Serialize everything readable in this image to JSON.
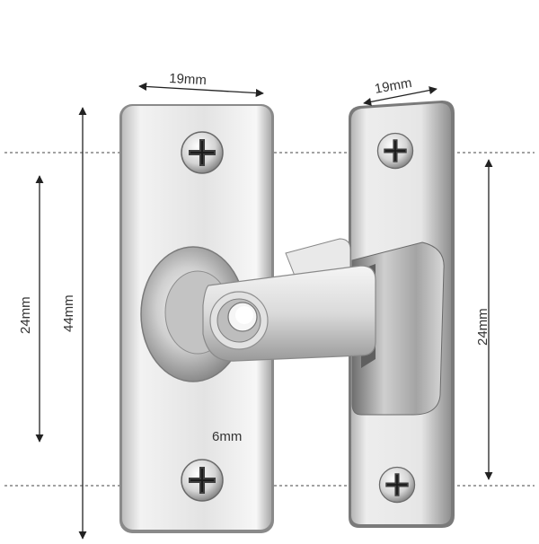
{
  "dimensions": {
    "left_plate_width": "19mm",
    "right_plate_width": "19mm",
    "left_plate_height": "44mm",
    "left_hole_spacing": "24mm",
    "right_hole_spacing": "24mm",
    "pin_diameter": "6mm"
  },
  "colors": {
    "metal_light": "#f4f4f4",
    "metal_mid": "#c9c9c9",
    "metal_dark": "#6e6e6e",
    "line": "#222222"
  },
  "icons": [
    "phillips-screw-icon"
  ]
}
